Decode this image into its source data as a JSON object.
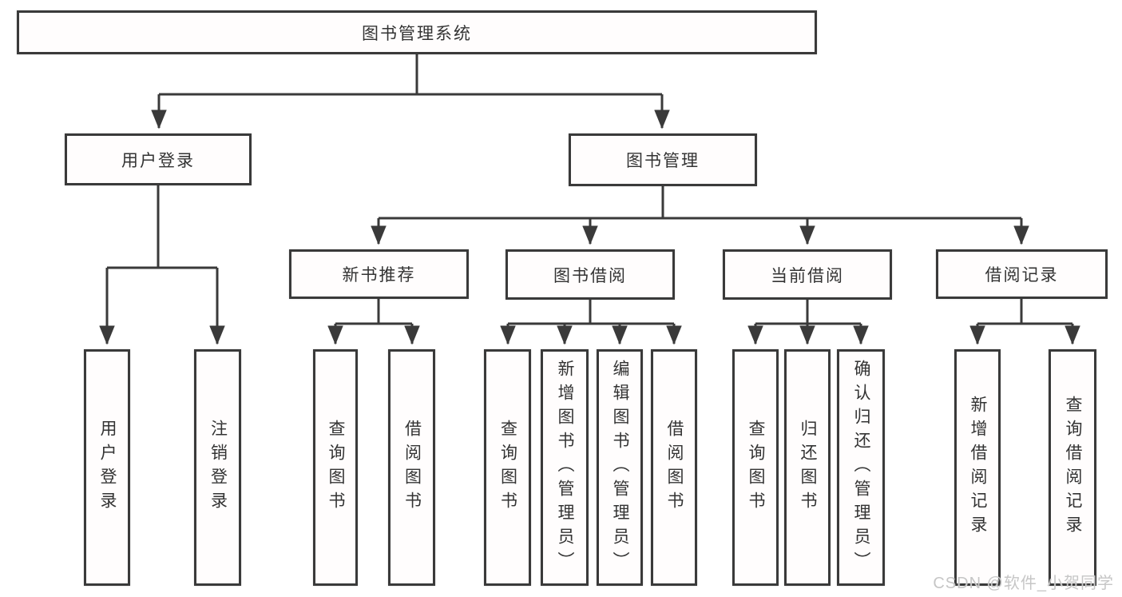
{
  "colors": {
    "line": "#3a3a3a",
    "text": "#333333",
    "watermark": "#c6c6c6",
    "bg": "#ffffff"
  },
  "tree": {
    "label": "图书管理系统",
    "children": [
      {
        "label": "用户登录",
        "children": [
          {
            "label": "用户登录"
          },
          {
            "label": "注销登录"
          }
        ]
      },
      {
        "label": "图书管理",
        "children": [
          {
            "label": "新书推荐",
            "children": [
              {
                "label": "查询图书"
              },
              {
                "label": "借阅图书"
              }
            ]
          },
          {
            "label": "图书借阅",
            "children": [
              {
                "label": "查询图书"
              },
              {
                "label": "新增图书（管理员）"
              },
              {
                "label": "编辑图书（管理员）"
              },
              {
                "label": "借阅图书"
              }
            ]
          },
          {
            "label": "当前借阅",
            "children": [
              {
                "label": "查询图书"
              },
              {
                "label": "归还图书"
              },
              {
                "label": "确认归还（管理员）"
              }
            ]
          },
          {
            "label": "借阅记录",
            "children": [
              {
                "label": "新增借阅记录"
              },
              {
                "label": "查询借阅记录"
              }
            ]
          }
        ]
      }
    ]
  },
  "watermark": {
    "text": "CSDN @软件_小贺同学"
  }
}
